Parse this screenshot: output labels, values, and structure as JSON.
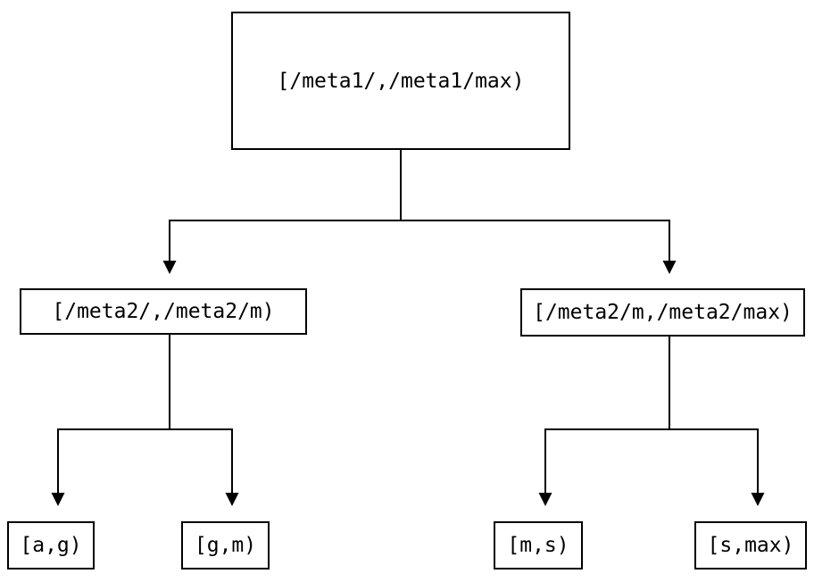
{
  "diagram": {
    "type": "binary-interval-tree",
    "background_color": "#ffffff",
    "line_color": "#000000",
    "text_color": "#000000",
    "nodes": {
      "root": {
        "label": "[/meta1/,/meta1/max)"
      },
      "left": {
        "label": "[/meta2/,/meta2/m)"
      },
      "right": {
        "label": "[/meta2/m,/meta2/max)"
      },
      "leaf_ag": {
        "label": "[a,g)"
      },
      "leaf_gm": {
        "label": "[g,m)"
      },
      "leaf_ms": {
        "label": "[m,s)"
      },
      "leaf_smax": {
        "label": "[s,max)"
      }
    },
    "edges": [
      {
        "from": "root",
        "to": "left"
      },
      {
        "from": "root",
        "to": "right"
      },
      {
        "from": "left",
        "to": "leaf_ag"
      },
      {
        "from": "left",
        "to": "leaf_gm"
      },
      {
        "from": "right",
        "to": "leaf_ms"
      },
      {
        "from": "right",
        "to": "leaf_smax"
      }
    ]
  }
}
